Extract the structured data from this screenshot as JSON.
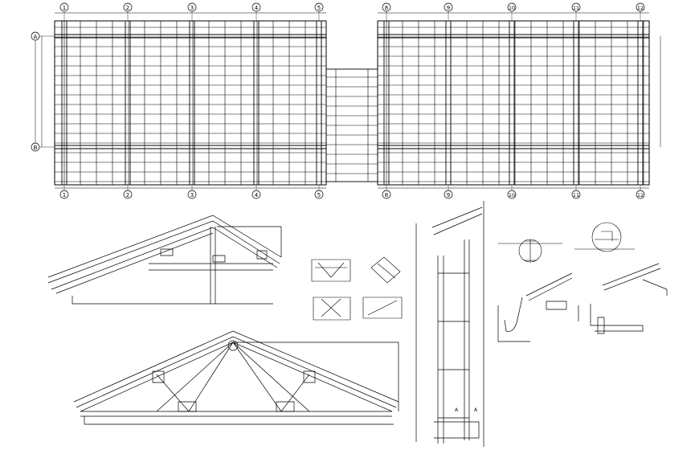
{
  "plan": {
    "grid_columns_left": [
      "1",
      "2",
      "3",
      "4",
      "5"
    ],
    "grid_columns_right": [
      "8",
      "9",
      "10",
      "11",
      "12"
    ],
    "grid_rows": [
      "A",
      "B"
    ]
  },
  "details": {
    "section_markers": [
      "A",
      "A"
    ]
  }
}
